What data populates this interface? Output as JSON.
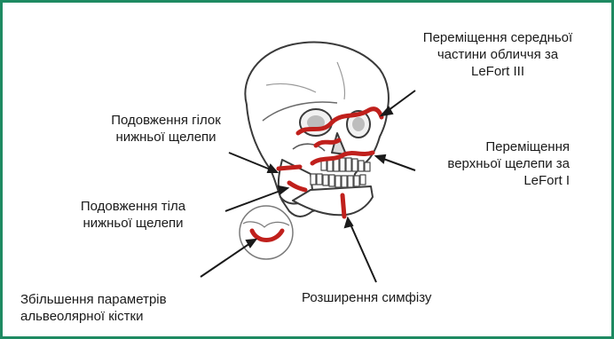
{
  "labels": {
    "midface": [
      "Переміщення середньої",
      "частини обличчя за",
      "LeFort III"
    ],
    "ramus": [
      "Подовження гілок",
      "нижньої щелепи"
    ],
    "maxilla": [
      "Переміщення",
      "верхньої щелепи за",
      "LeFort I"
    ],
    "body": [
      "Подовження тіла",
      "нижньої щелепи"
    ],
    "alveolar": [
      "Збільшення параметрів",
      "альвеолярної кістки"
    ],
    "symphysis": [
      "Розширення симфізу"
    ]
  },
  "colors": {
    "frame": "#1e8a62",
    "osteotomy": "#c0201c",
    "line": "#1a1a1a"
  }
}
